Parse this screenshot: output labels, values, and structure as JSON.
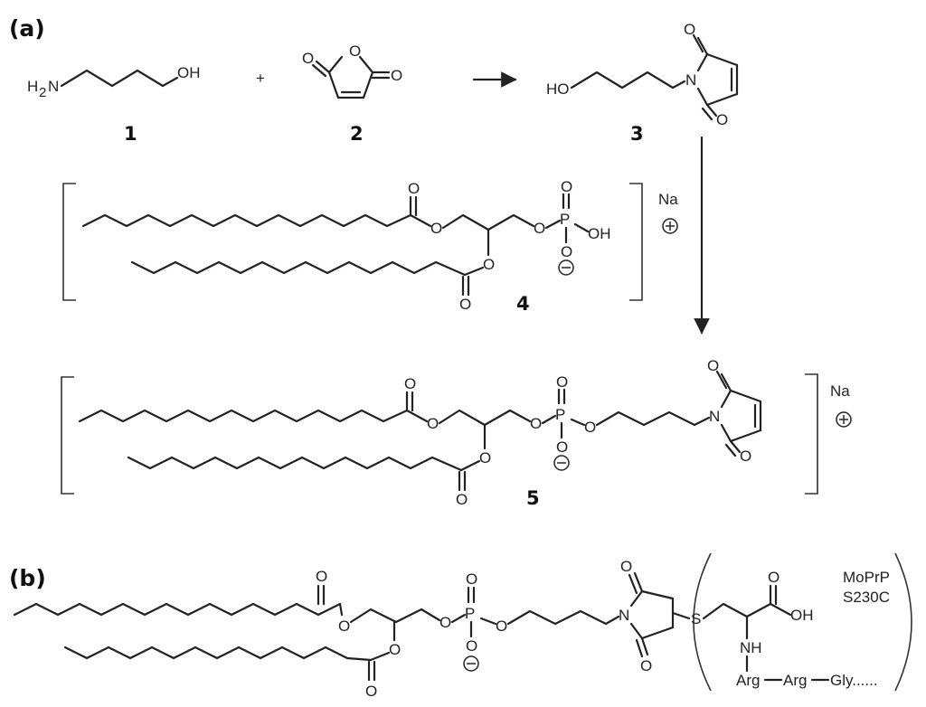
{
  "panels": {
    "a": "(a)",
    "b": "(b)"
  },
  "compounds": {
    "c1": "1",
    "c2": "2",
    "c3": "3",
    "c4": "4",
    "c5": "5"
  },
  "reaction": {
    "plus": "+"
  },
  "atoms": {
    "oxygen": "O",
    "nitrogen": "N",
    "phosphorus": "P",
    "sulfur": "S",
    "hydroxyl": "OH",
    "hydroxyl_left": "HO",
    "amine_h": "H",
    "amine_sub": "2",
    "amine_n": "N",
    "sodium": "Na",
    "nh": "NH"
  },
  "peptide": {
    "protein": "MoPrP",
    "mutation": "S230C",
    "residue1": "Arg",
    "residue2": "Arg",
    "residue3": "Gly......"
  }
}
